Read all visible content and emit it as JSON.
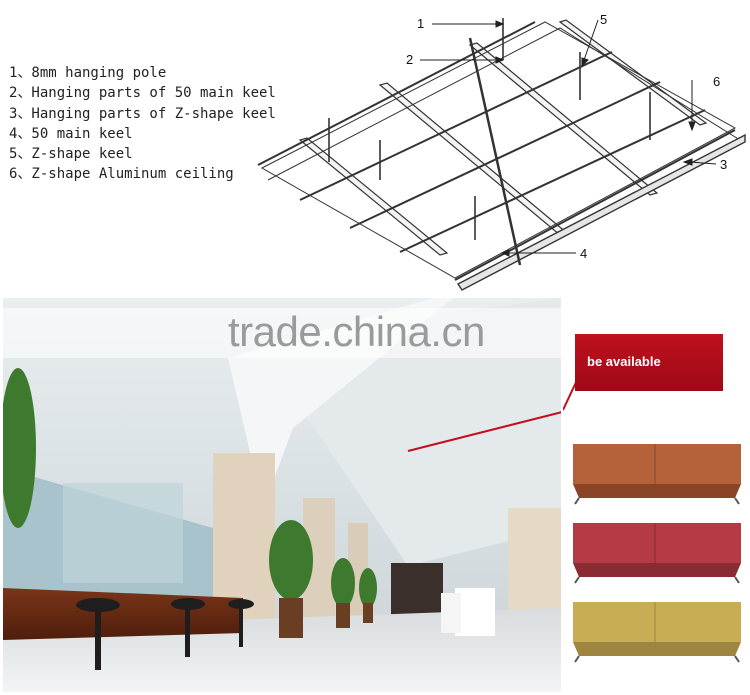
{
  "legend": [
    "1、8mm hanging pole",
    "2、Hanging parts of 50 main keel",
    "3、Hanging parts of Z-shape keel",
    "4、50 main keel",
    "5、Z-shape keel",
    "6、Z-shape Aluminum ceiling"
  ],
  "callouts": {
    "n1": "1",
    "n2": "2",
    "n3": "3",
    "n4": "4",
    "n5": "5",
    "n6": "6"
  },
  "watermark": "trade.china.cn",
  "banner_text": "be available",
  "panel_colors": [
    "#b5623a",
    "#b43a45",
    "#c8ad55"
  ],
  "accent": "#c0101e"
}
